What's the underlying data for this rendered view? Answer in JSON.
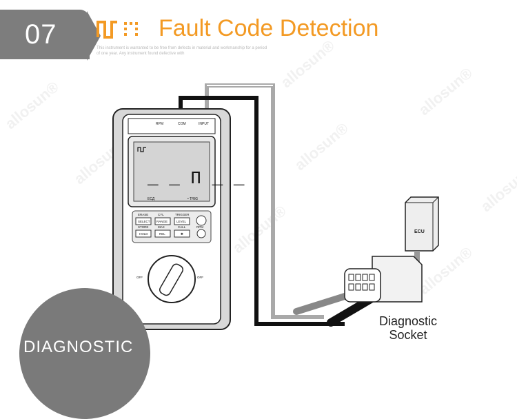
{
  "header": {
    "step_number": "07",
    "title": "Fault Code Detection",
    "subtitle": "This instrument is warranted to be free from defects in material and workmanship for a period of one year. Any instrument found defective with"
  },
  "watermark": "allosun®",
  "meter": {
    "top_labels": [
      "RPM",
      "COM",
      "INPUT"
    ],
    "display_reading": "_ _ П _ _",
    "display_left": "ЕСД",
    "display_right": "• TRIG",
    "buttons": [
      {
        "top": "ERASE",
        "label": "SELECT"
      },
      {
        "top": "CYL",
        "label": "RANGE"
      },
      {
        "top": "TRIGGER",
        "label": "LEVEL"
      },
      {
        "top": "STORE",
        "label": "HOLD"
      },
      {
        "top": "MAX",
        "label": "REL"
      },
      {
        "top": "CALL",
        "label": "✱"
      },
      {
        "top": "",
        "label": "RPM"
      }
    ],
    "dial_labels": [
      "OFF",
      "OFF"
    ]
  },
  "ecu_label": "ECU",
  "socket_label_line1": "Diagnostic",
  "socket_label_line2": "Socket",
  "circle_label": "DIAGNOSTIC"
}
